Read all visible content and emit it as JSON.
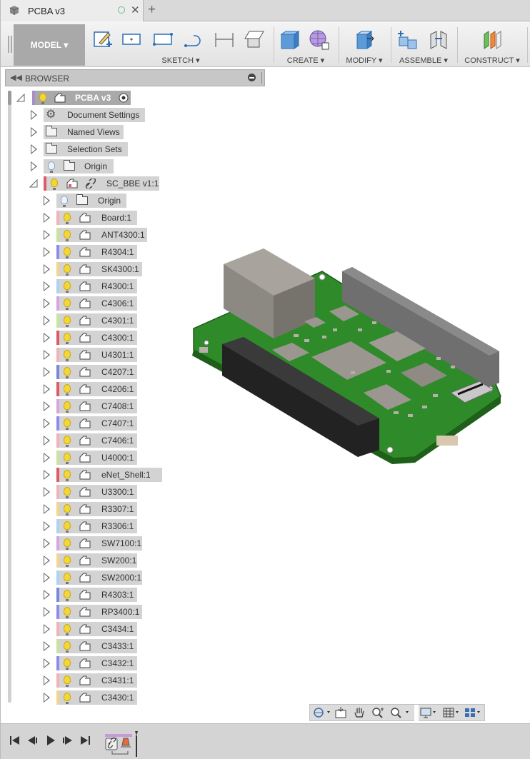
{
  "window": {
    "tab_title": "PCBA v3",
    "new_tab_symbol": "+",
    "close_symbol": "✕"
  },
  "toolbar": {
    "workspace_label": "MODEL ▾",
    "groups": [
      {
        "label": "SKETCH ▾"
      },
      {
        "label": "CREATE ▾"
      },
      {
        "label": "MODIFY ▾"
      },
      {
        "label": "ASSEMBLE ▾"
      },
      {
        "label": "CONSTRUCT ▾"
      }
    ]
  },
  "browser": {
    "title": "BROWSER",
    "collapse_arrows": "◀◀",
    "root_label": "PCBA v3",
    "top_items": [
      {
        "label": "Document Settings",
        "icon": "gear-icon"
      },
      {
        "label": "Named Views",
        "icon": "folder-icon"
      },
      {
        "label": "Selection Sets",
        "icon": "folder-icon"
      },
      {
        "label": "Origin",
        "icon": "folder-icon"
      }
    ],
    "subassembly_label": "SC_BBE v1:1",
    "subassembly_origin": "Origin",
    "components": [
      {
        "label": "Board:1",
        "color": "#f3b1b8"
      },
      {
        "label": "ANT4300:1",
        "color": "#c9e59a"
      },
      {
        "label": "R4304:1",
        "color": "#8c8cf0"
      },
      {
        "label": "SK4300:1",
        "color": "#f5d58a"
      },
      {
        "label": "R4300:1",
        "color": "#a9d4f3"
      },
      {
        "label": "C4306:1",
        "color": "#d9a3e6"
      },
      {
        "label": "C4301:1",
        "color": "#c9e59a"
      },
      {
        "label": "C4300:1",
        "color": "#e05a64"
      },
      {
        "label": "U4301:1",
        "color": "#f3b1b8"
      },
      {
        "label": "C4207:1",
        "color": "#7a86e0"
      },
      {
        "label": "C4206:1",
        "color": "#e05a64"
      },
      {
        "label": "C7408:1",
        "color": "#d9a3e6"
      },
      {
        "label": "C7407:1",
        "color": "#8c8cf0"
      },
      {
        "label": "C7406:1",
        "color": "#f3b1b8"
      },
      {
        "label": "U4000:1",
        "color": "#c9e59a"
      },
      {
        "label": "eNet_Shell:1",
        "color": "#e05a64"
      },
      {
        "label": "U3300:1",
        "color": "#f3b1b8"
      },
      {
        "label": "R3307:1",
        "color": "#f5d58a"
      },
      {
        "label": "R3306:1",
        "color": "#a9d4f3"
      },
      {
        "label": "SW7100:1",
        "color": "#d9a3e6"
      },
      {
        "label": "SW200:1",
        "color": "#f5d58a"
      },
      {
        "label": "SW2000:1",
        "color": "#a9d4f3"
      },
      {
        "label": "R4303:1",
        "color": "#7a86e0"
      },
      {
        "label": "RP3400:1",
        "color": "#8c8cf0"
      },
      {
        "label": "C3434:1",
        "color": "#f3b1b8"
      },
      {
        "label": "C3433:1",
        "color": "#c9e59a"
      },
      {
        "label": "C3432:1",
        "color": "#8c8cf0"
      },
      {
        "label": "C3431:1",
        "color": "#f3b1b8"
      },
      {
        "label": "C3430:1",
        "color": "#f5d58a"
      }
    ]
  },
  "colors": {
    "root_bar": "#a98fc7",
    "subassembly_bar": "#e05a64",
    "board_green": "#2f8a2a"
  }
}
